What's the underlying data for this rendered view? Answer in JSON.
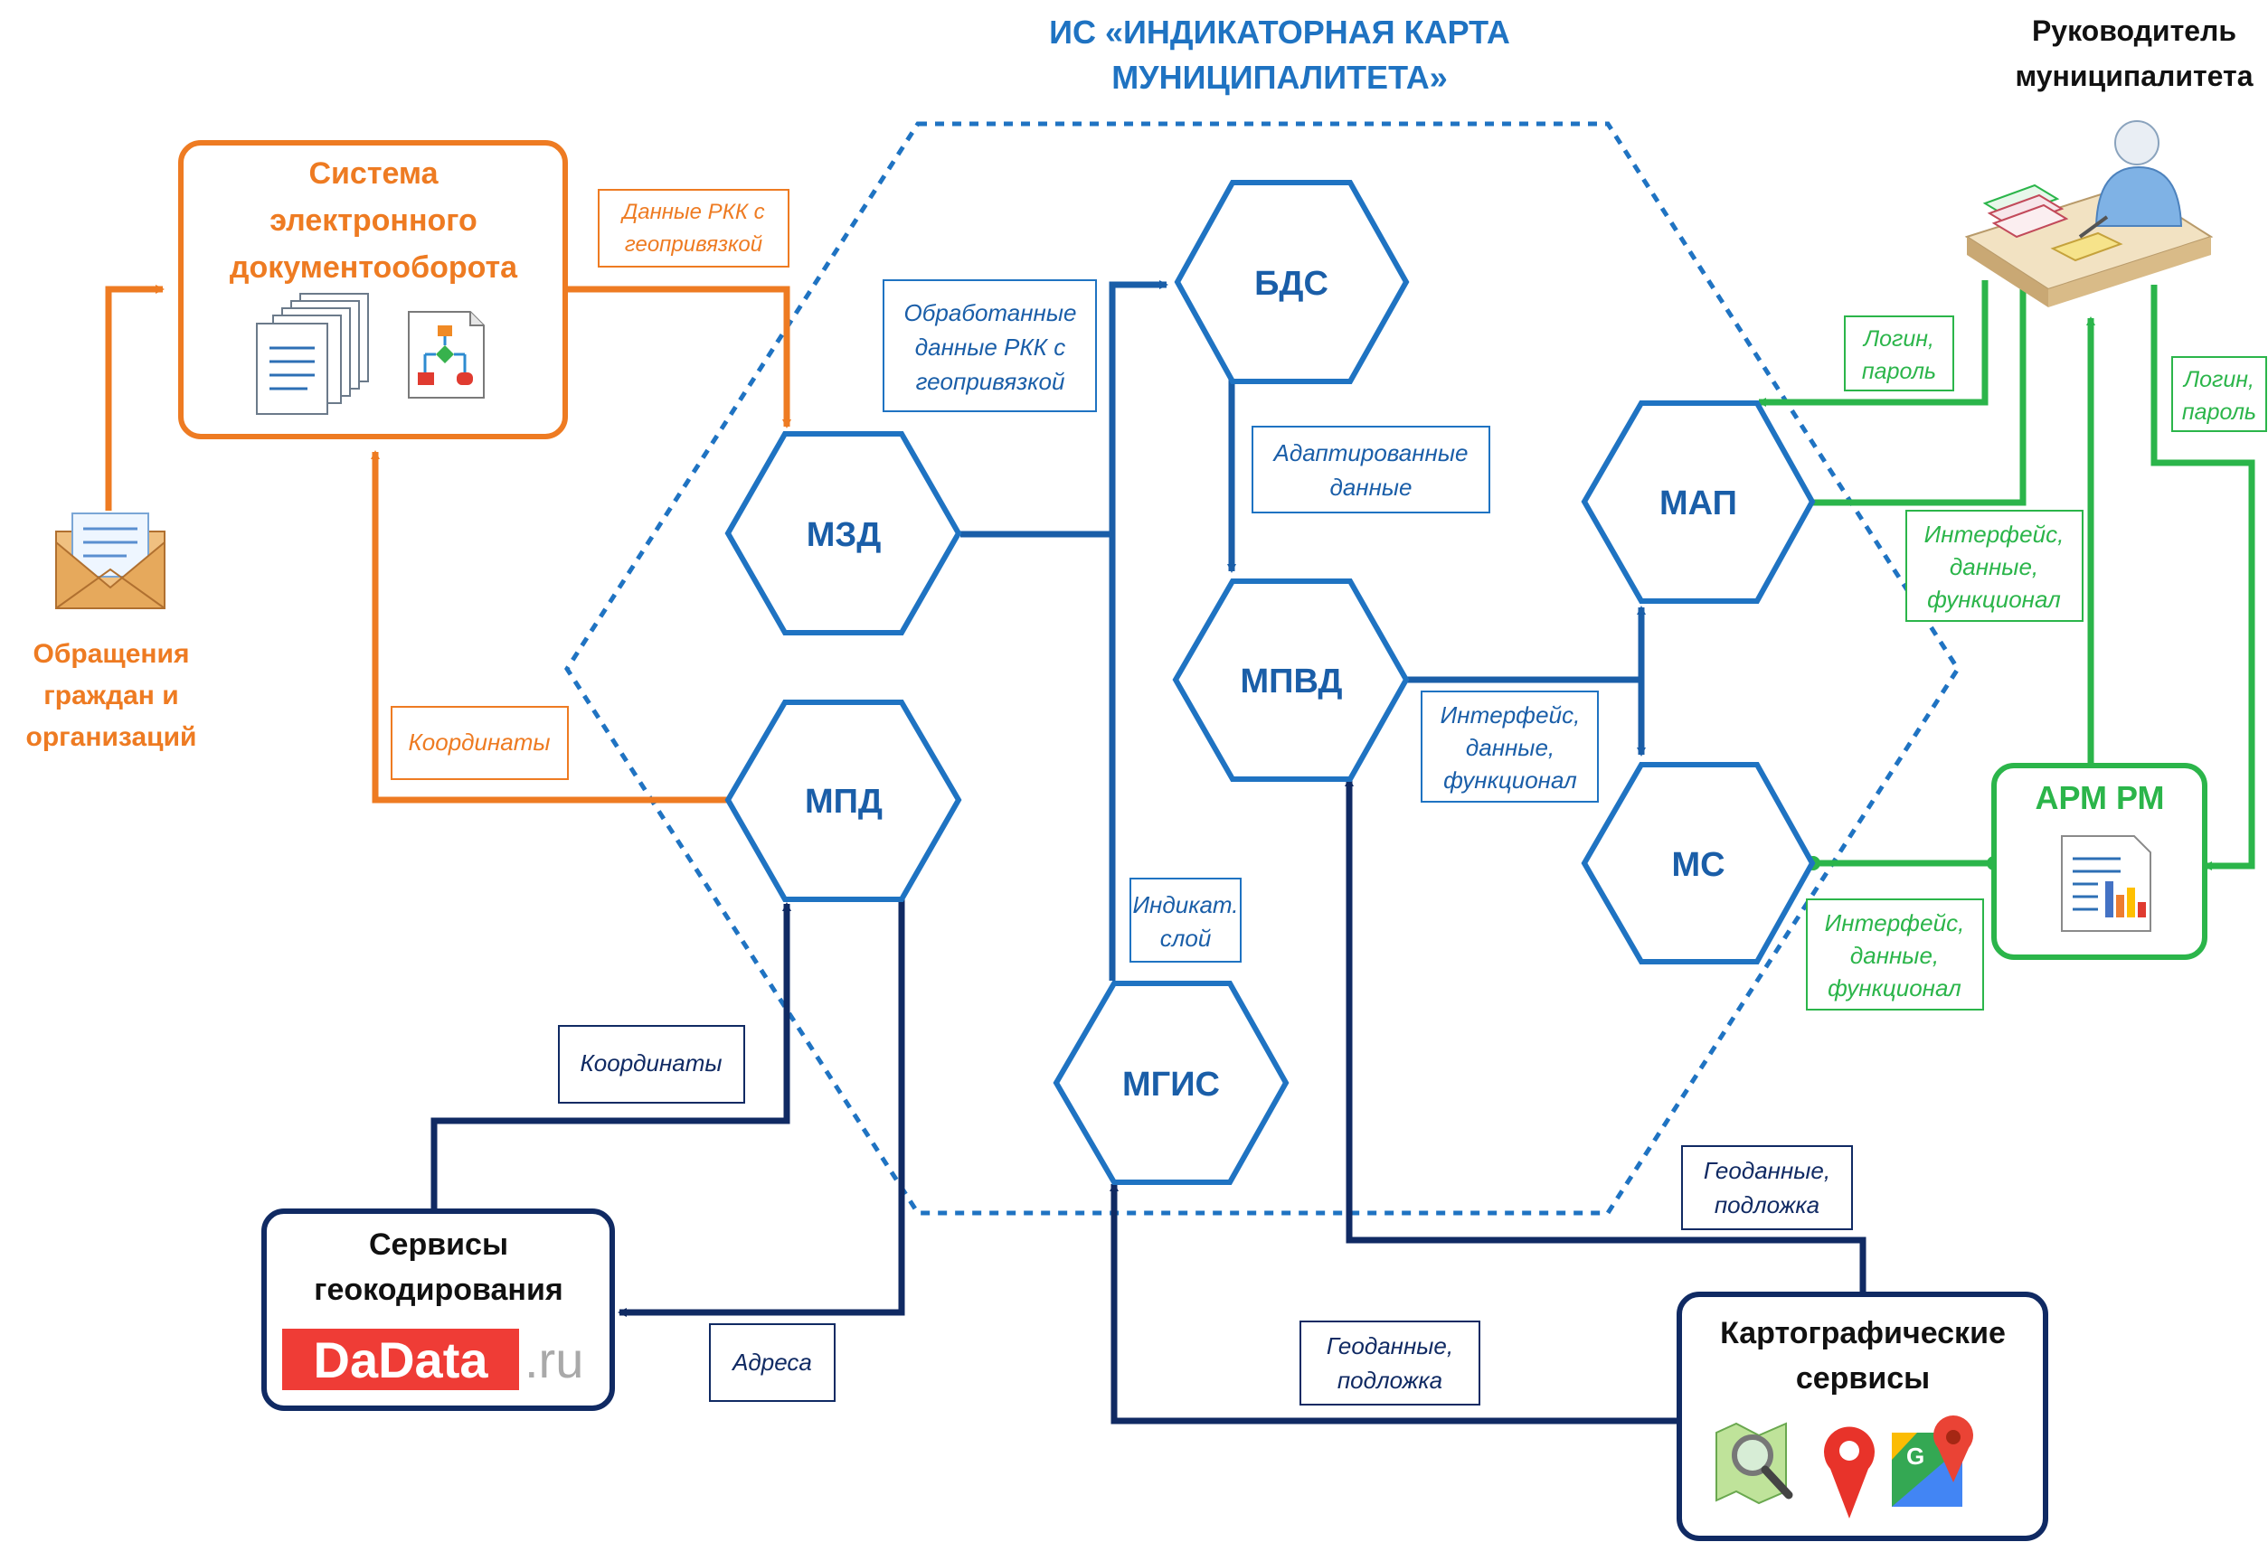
{
  "colors": {
    "blue": "#1f73c2",
    "blue_dark": "#1a5ea8",
    "navy": "#102a63",
    "orange": "#ee7b22",
    "green": "#2bb54a",
    "title_blue": "#1f73c2"
  },
  "title": {
    "line1": "ИС «ИНДИКАТОРНАЯ КАРТА",
    "line2": "МУНИЦИПАЛИТЕТА»"
  },
  "modules": {
    "bds": "БДС",
    "mzd": "МЗД",
    "mpvd": "МПВД",
    "map": "МАП",
    "ms": "МС",
    "mpd": "МПД",
    "mgis": "МГИС"
  },
  "external": {
    "sed": [
      "Система",
      "электронного",
      "документооборота"
    ],
    "appeals": [
      "Обращения",
      "граждан и",
      "организаций"
    ],
    "geocoding": [
      "Сервисы",
      "геокодирования"
    ],
    "dadata_brand": "DaData",
    "dadata_tld": ".ru",
    "carto": [
      "Картографические",
      "сервисы"
    ],
    "arm": "АРМ РМ",
    "head": [
      "Руководитель",
      "муниципалитета"
    ]
  },
  "labels": {
    "rkk_geo": [
      "Данные РКК с",
      "геопривязкой"
    ],
    "processed_rkk": [
      "Обработанные",
      "данные РКК с",
      "геопривязкой"
    ],
    "adapted": [
      "Адаптированные",
      "данные"
    ],
    "coords_orange": [
      "Координаты"
    ],
    "coords_navy": [
      "Координаты"
    ],
    "addresses": [
      "Адреса"
    ],
    "indicator_layer": [
      "Индикат.",
      "слой"
    ],
    "geodata1": [
      "Геоданные,",
      "подложка"
    ],
    "geodata2": [
      "Геоданные,",
      "подложка"
    ],
    "iface_blue": [
      "Интерфейс,",
      "данные,",
      "функционал"
    ],
    "iface_green_map": [
      "Интерфейс,",
      "данные,",
      "функционал"
    ],
    "iface_green_ms": [
      "Интерфейс,",
      "данные,",
      "функционал"
    ],
    "login1": [
      "Логин,",
      "пароль"
    ],
    "login2": [
      "Логин,",
      "пароль"
    ]
  },
  "icons": [
    "documents-icon",
    "flowchart-icon",
    "envelope-icon",
    "report-icon",
    "manager-at-desk-icon",
    "map-magnifier-icon",
    "yandex-pin-icon",
    "google-maps-icon"
  ]
}
